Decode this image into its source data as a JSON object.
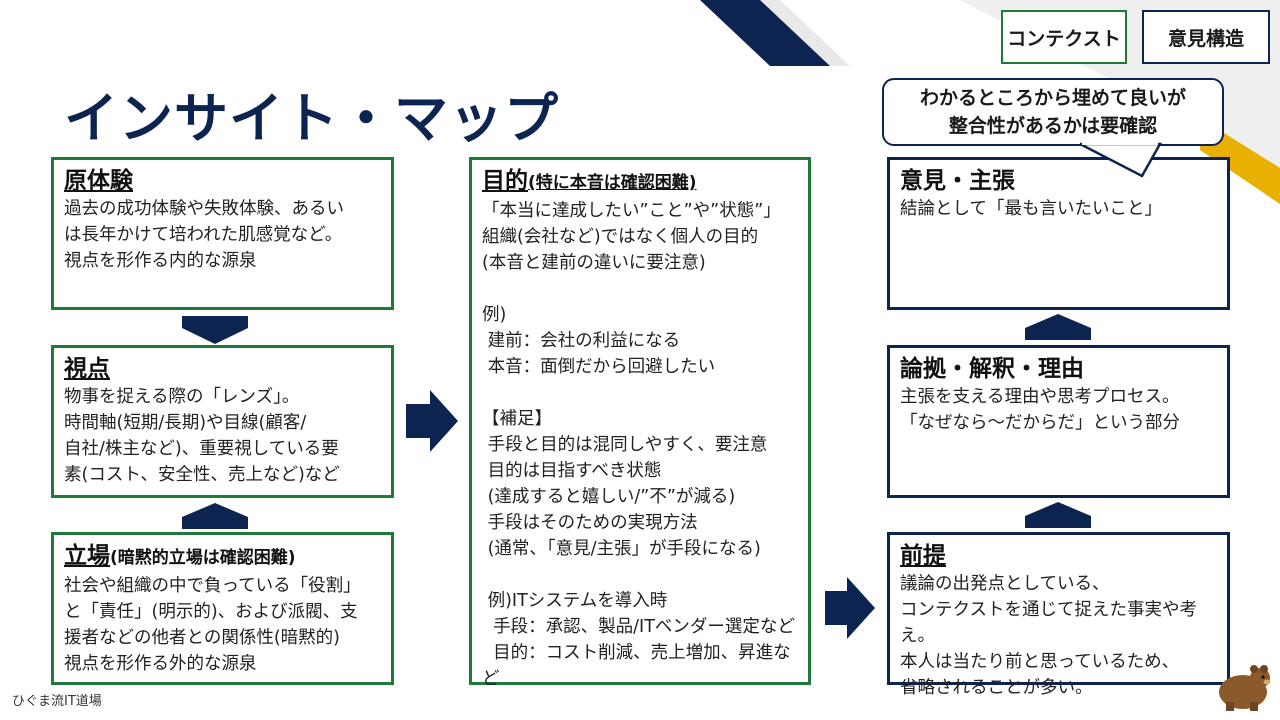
{
  "colors": {
    "navy": "#0d2451",
    "green": "#1f7a3a",
    "gold": "#e8b000"
  },
  "tabs": {
    "context": "コンテクスト",
    "opinion_structure": "意見構造"
  },
  "title": "インサイト・マップ",
  "callout": {
    "line1": "わかるところから埋めて良いが",
    "line2": "整合性があるかは要確認"
  },
  "left": {
    "experience": {
      "heading": "原体験",
      "body": "過去の成功体験や失敗体験、あるい\nは長年かけて培われた肌感覚など。\n視点を形作る内的な源泉"
    },
    "viewpoint": {
      "heading": "視点",
      "body": "物事を捉える際の「レンズ」。\n時間軸(短期/長期)や目線(顧客/\n自社/株主など)、重要視している要\n素(コスト、安全性、売上など)など"
    },
    "position": {
      "heading": "立場",
      "heading_sub": "(暗黙的立場は確認困難)",
      "body": "社会や組織の中で負っている「役割」\nと「責任」(明示的)、および派閥、支\n援者などの他者との関係性(暗黙的)\n視点を形作る外的な源泉"
    }
  },
  "middle": {
    "heading": "目的",
    "heading_sub": "(特に本音は確認困難)",
    "body": "「本当に達成したい”こと”や”状態”」\n組織(会社など)ではなく個人の目的\n(本音と建前の違いに要注意)\n\n例)\n 建前：会社の利益になる\n 本音：面倒だから回避したい\n\n【補足】\n 手段と目的は混同しやすく、要注意\n 目的は目指すべき状態\n (達成すると嬉しい/”不”が減る)\n 手段はそのための実現方法\n (通常、「意見/主張」が手段になる)\n\n 例)ITシステムを導入時\n  手段：承認、製品/ITベンダー選定など\n  目的：コスト削減、売上増加、昇進など"
  },
  "right": {
    "opinion": {
      "heading": "意見・主張",
      "body": "結論として「最も言いたいこと」"
    },
    "reasoning": {
      "heading": "論拠・解釈・理由",
      "body": "主張を支える理由や思考プロセス。\n「なぜなら～だからだ」という部分"
    },
    "premise": {
      "heading": "前提",
      "body": "議論の出発点としている、\nコンテクストを通じて捉えた事実や考え。\n本人は当たり前と思っているため、\n省略されることが多い。"
    }
  },
  "footer": "ひぐま流IT道場",
  "icons": [
    "arrow-down-icon",
    "arrow-up-icon",
    "arrow-right-icon",
    "bear-mascot-icon"
  ]
}
